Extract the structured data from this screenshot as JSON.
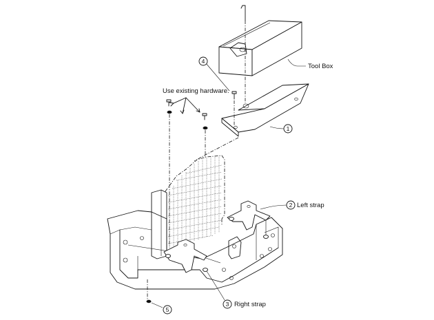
{
  "labels": {
    "tool_box": "Tool Box",
    "use_existing_hardware": "Use existing hardware.",
    "left_strap": "Left strap",
    "right_strap": "Right strap"
  },
  "callouts": {
    "c1": "1",
    "c2": "2",
    "c3": "3",
    "c4": "4",
    "c5": "5"
  },
  "colors": {
    "line": "#111111",
    "background": "#ffffff"
  }
}
